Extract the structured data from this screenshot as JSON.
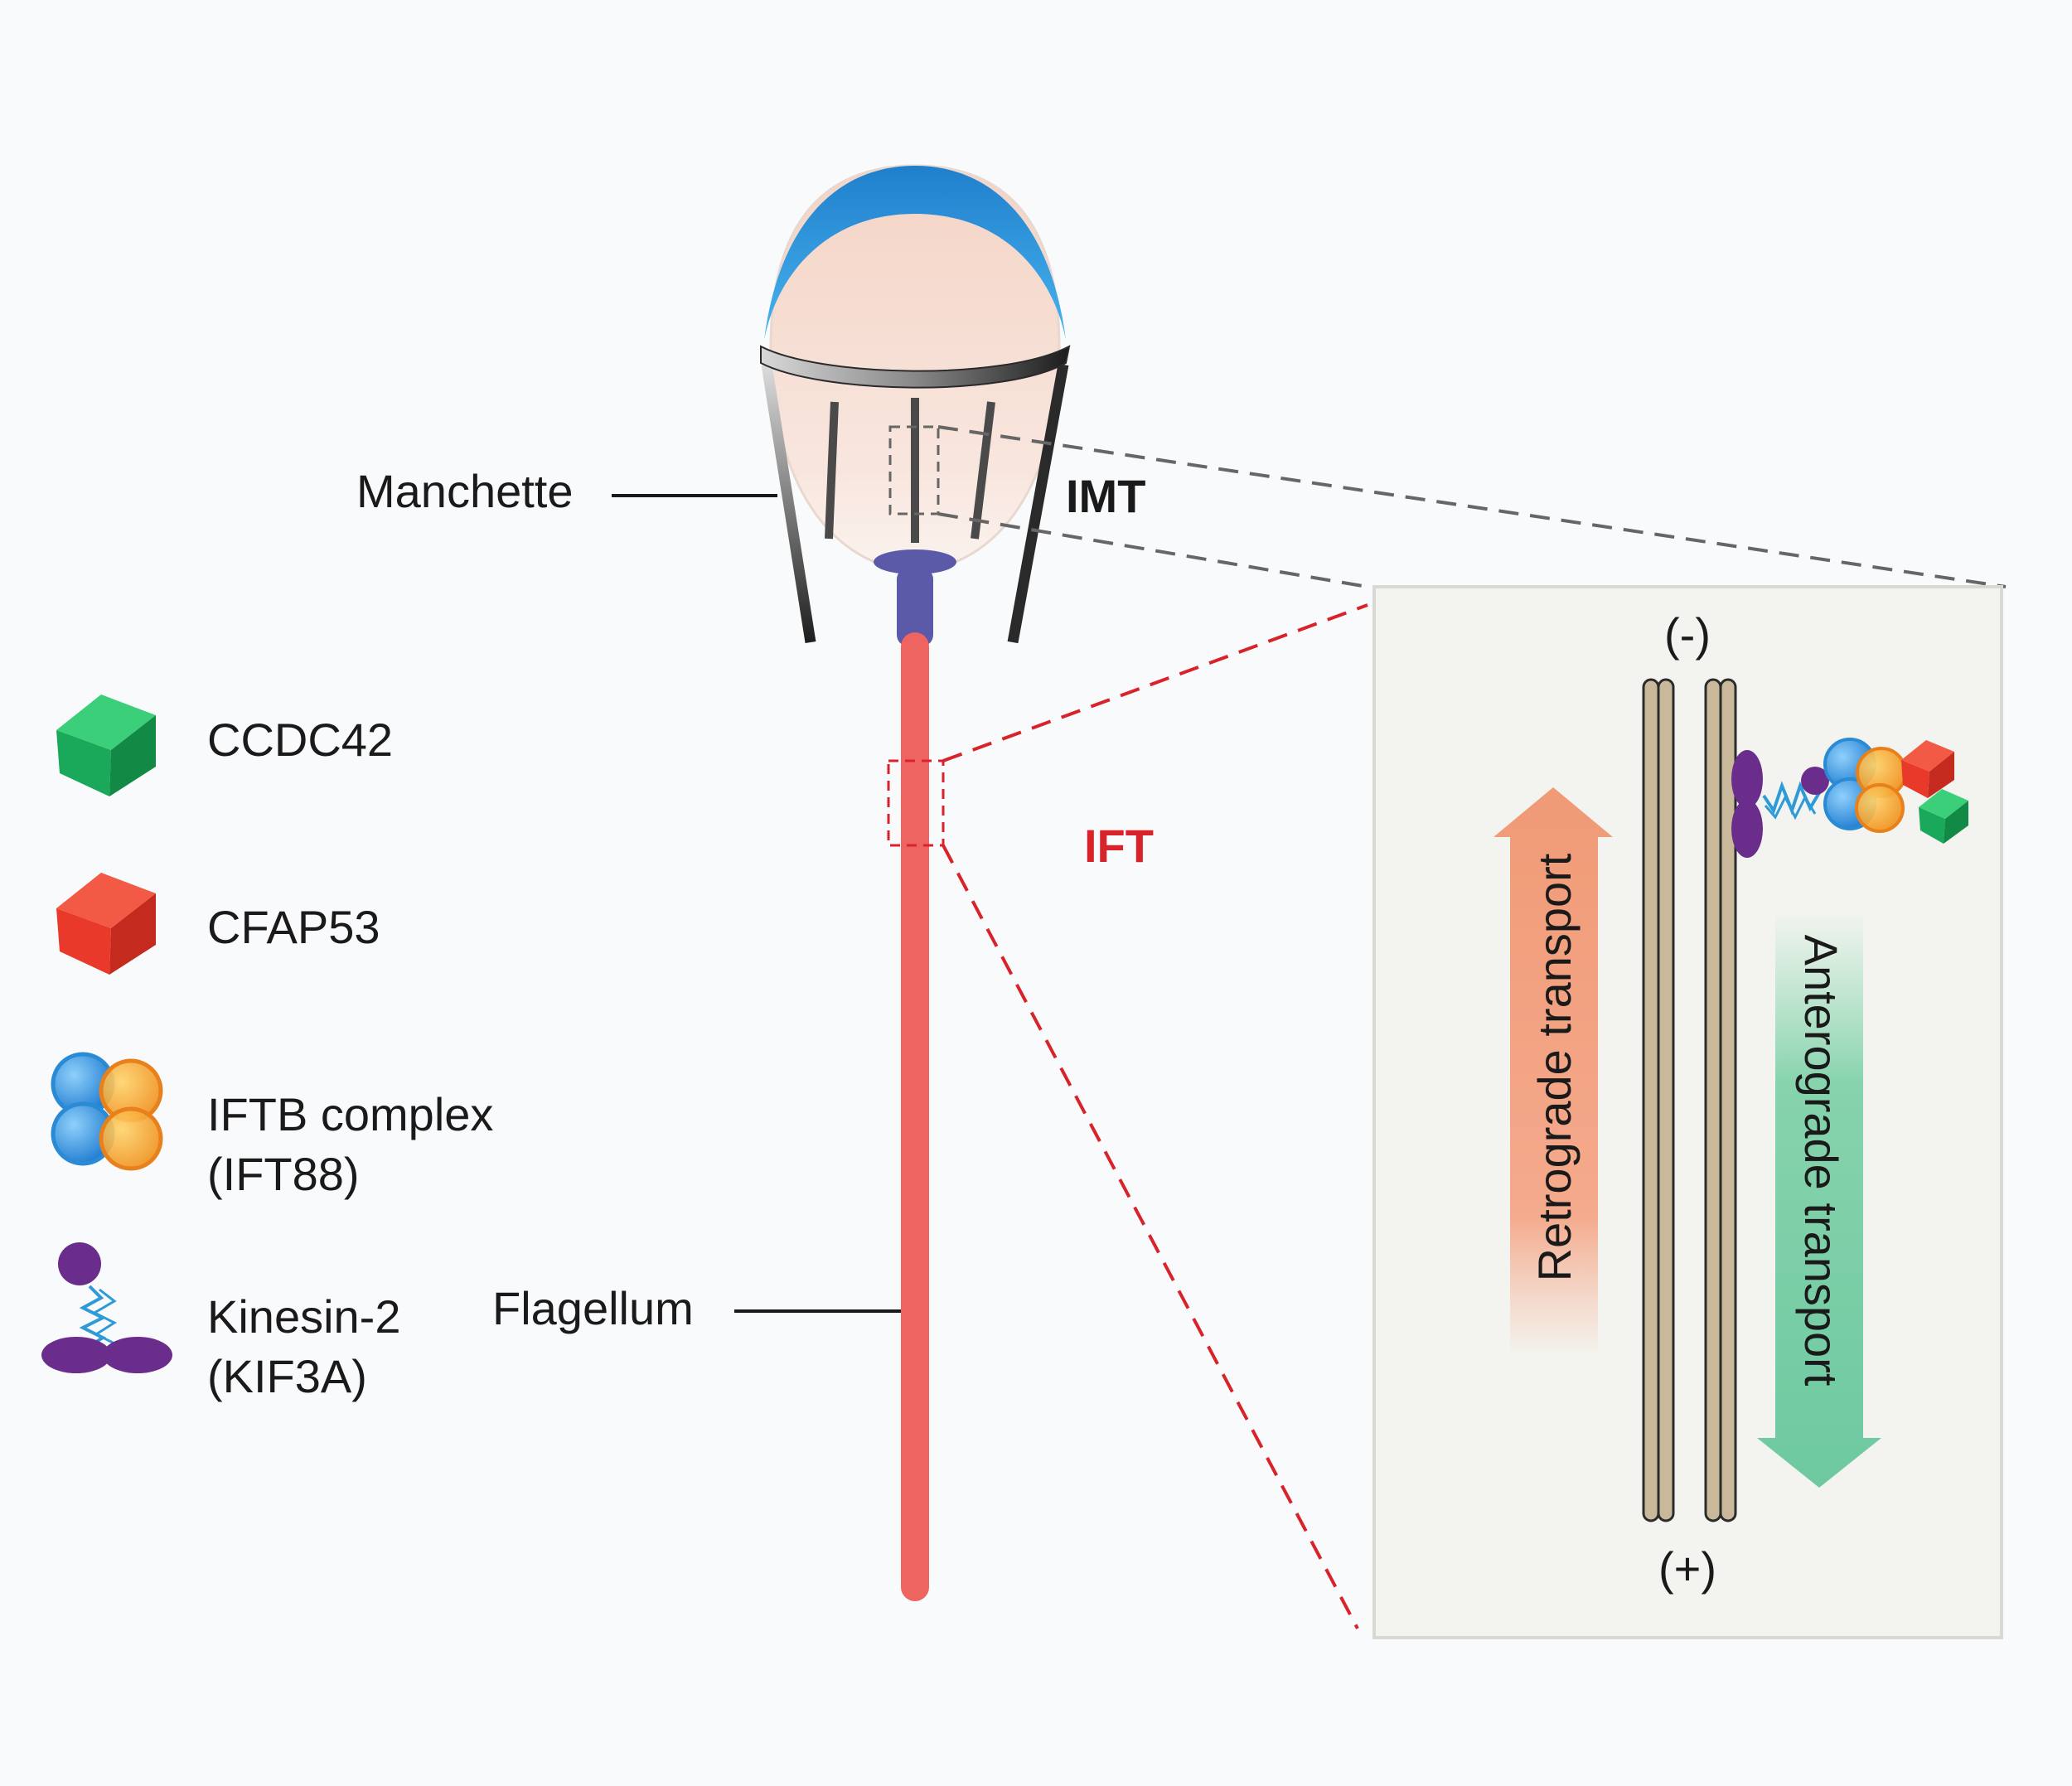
{
  "labels": {
    "manchette": "Manchette",
    "imt": "IMT",
    "ift": "IFT",
    "flagellum": "Flagellum",
    "minus_end": "(-)",
    "plus_end": "(+)",
    "retrograde": "Retrograde transport",
    "anterograde": "Anterograde transport"
  },
  "legend": [
    {
      "icon": "cube-icon",
      "color": "#1aa85a",
      "line1": "CCDC42",
      "line2": ""
    },
    {
      "icon": "cube-icon",
      "color": "#e8392a",
      "line1": "CFAP53",
      "line2": ""
    },
    {
      "icon": "iftb-complex-icon",
      "color": "#2f8fd8",
      "line1": "IFTB complex",
      "line2": "(IFT88)"
    },
    {
      "icon": "kinesin-icon",
      "color": "#6b2d8c",
      "line1": "Kinesin-2",
      "line2": "(KIF3A)"
    }
  ],
  "colors": {
    "acrosome": "#2a8fd6",
    "nucleus": "#f6ddd2",
    "flagellum": "#ee6460",
    "basal_body": "#5b5aa8",
    "imt_guide": "#666666",
    "ift_guide": "#d8232a",
    "microtubule": "#c9b99a",
    "retrograde_arrow": "#f0a07e",
    "anterograde_arrow": "#7ccfa6",
    "kinesin": "#6b2d8c",
    "ccdc42": "#1aa85a",
    "cfap53": "#e8392a",
    "iftb_blue": "#2f8fd8",
    "iftb_orange": "#f5a623"
  }
}
